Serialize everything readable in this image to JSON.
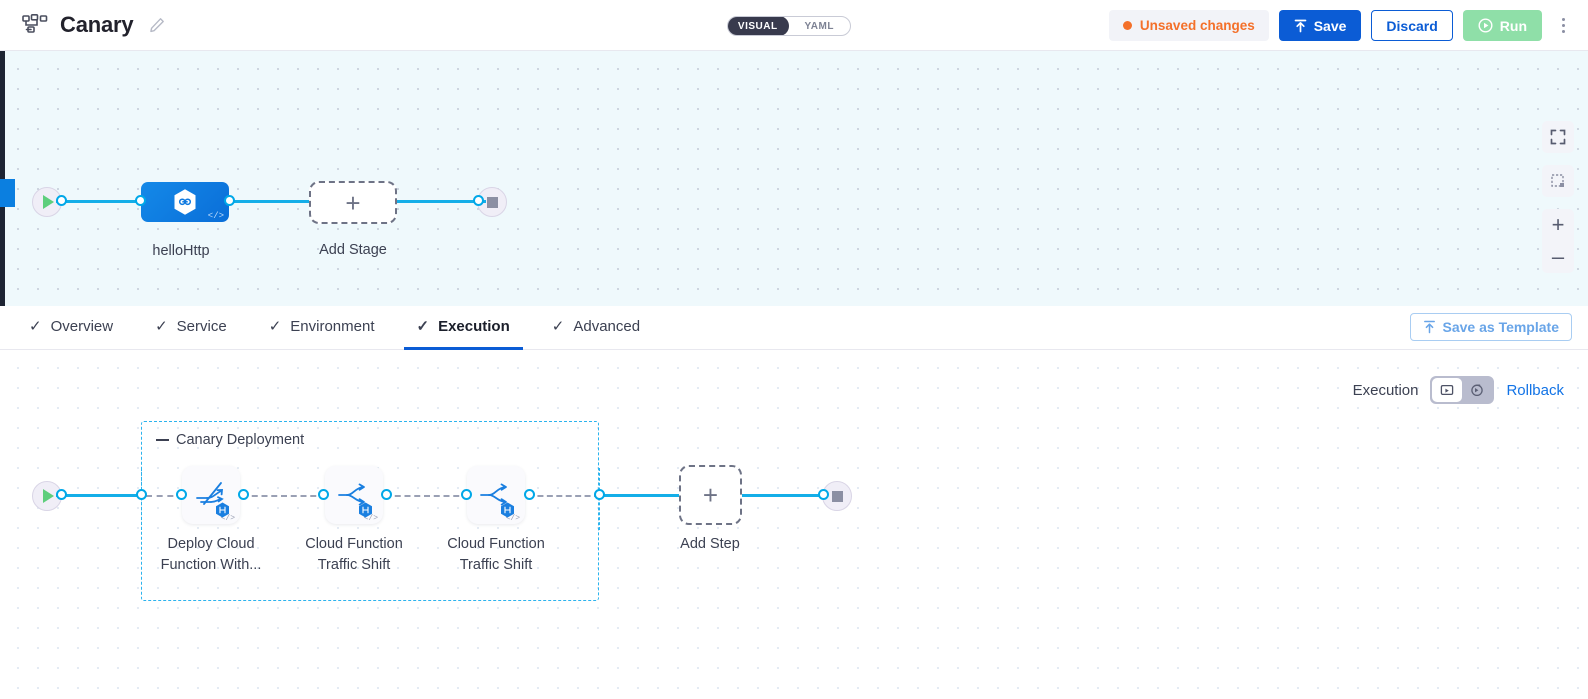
{
  "header": {
    "pipeline_icon": "pipeline-nodes-icon",
    "title": "Canary",
    "edit_icon": "pencil-icon",
    "mode_toggle": {
      "visual": "VISUAL",
      "yaml": "YAML",
      "selected": "VISUAL"
    },
    "unsaved": "Unsaved changes",
    "save_label": "Save",
    "discard_label": "Discard",
    "run_label": "Run",
    "kebab_icon": "more-vertical-icon",
    "colors": {
      "accent_blue": "#0b5cd5",
      "unsaved_orange": "#f4702a",
      "run_green": "#8fdfa8",
      "toggle_dark": "#383a4d"
    }
  },
  "top_canvas": {
    "start_node_icon": "play-icon",
    "end_node_icon": "stop-icon",
    "stage": {
      "label": "helloHttp",
      "icon": "hexagon-link-icon",
      "code_badge": "</>"
    },
    "add_stage": {
      "label": "Add Stage",
      "icon": "plus-icon"
    },
    "controls": [
      {
        "name": "fullscreen-icon"
      },
      {
        "name": "fit-to-screen-icon"
      },
      {
        "name": "zoom-in-icon",
        "glyph": "+"
      },
      {
        "name": "zoom-out-icon",
        "glyph": "–"
      }
    ]
  },
  "tabs": [
    {
      "label": "Overview",
      "checked": true,
      "active": false
    },
    {
      "label": "Service",
      "checked": true,
      "active": false
    },
    {
      "label": "Environment",
      "checked": true,
      "active": false
    },
    {
      "label": "Execution",
      "checked": true,
      "active": true
    },
    {
      "label": "Advanced",
      "checked": true,
      "active": false
    }
  ],
  "save_template": {
    "label": "Save as Template",
    "icon": "upload-template-icon"
  },
  "bottom_canvas": {
    "exec_label": "Execution",
    "toggle": [
      {
        "name": "execution-view-icon",
        "selected": true
      },
      {
        "name": "rollback-view-icon",
        "selected": false
      }
    ],
    "rollback_label": "Rollback",
    "group": {
      "title": "Canary Deployment",
      "collapse_icon": "collapse-dash-icon"
    },
    "steps": [
      {
        "label": "Deploy Cloud\nFunction With...",
        "line1": "Deploy Cloud",
        "line2": "Function With...",
        "icon": "deploy-function-icon",
        "badge": "harness-hex-badge",
        "code_badge": "</>"
      },
      {
        "label": "Cloud Function\nTraffic Shift",
        "line1": "Cloud Function",
        "line2": "Traffic Shift",
        "icon": "traffic-shift-icon",
        "badge": "harness-hex-badge",
        "code_badge": "</>"
      },
      {
        "label": "Cloud Function\nTraffic Shift",
        "line1": "Cloud Function",
        "line2": "Traffic Shift",
        "icon": "traffic-shift-icon",
        "badge": "harness-hex-badge",
        "code_badge": "</>"
      }
    ],
    "add_step": {
      "label": "Add Step",
      "icon": "plus-icon"
    },
    "start_node_icon": "play-icon",
    "end_node_icon": "stop-icon"
  }
}
